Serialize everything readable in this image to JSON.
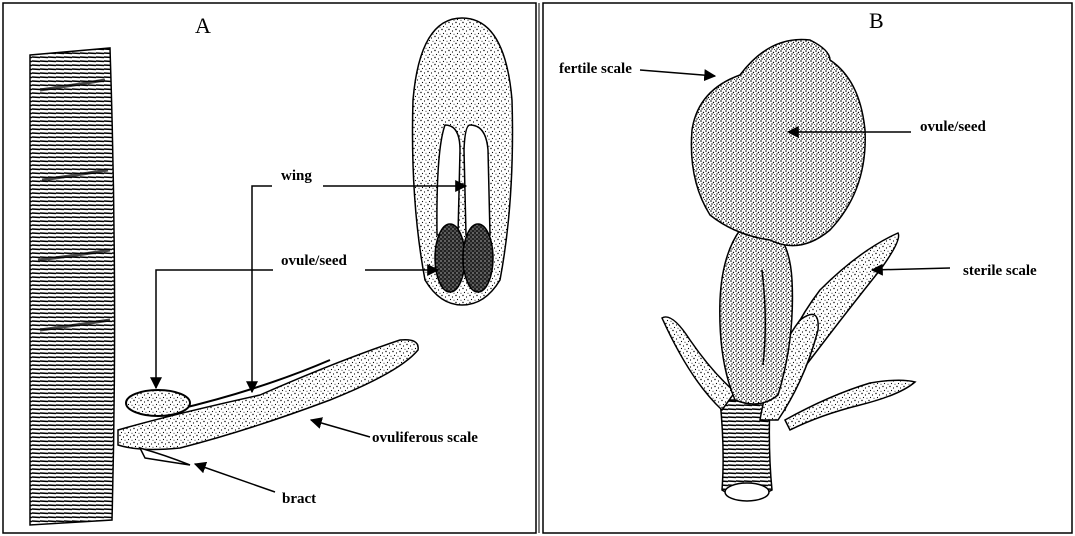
{
  "panels": [
    {
      "letter": "A",
      "labels": {
        "wing": "wing",
        "ovule_seed": "ovule/seed",
        "ovuliferous_scale": "ovuliferous scale",
        "bract": "bract"
      }
    },
    {
      "letter": "B",
      "labels": {
        "fertile_scale": "fertile scale",
        "ovule_seed": "ovule/seed",
        "sterile_scale": "sterile scale"
      }
    }
  ]
}
